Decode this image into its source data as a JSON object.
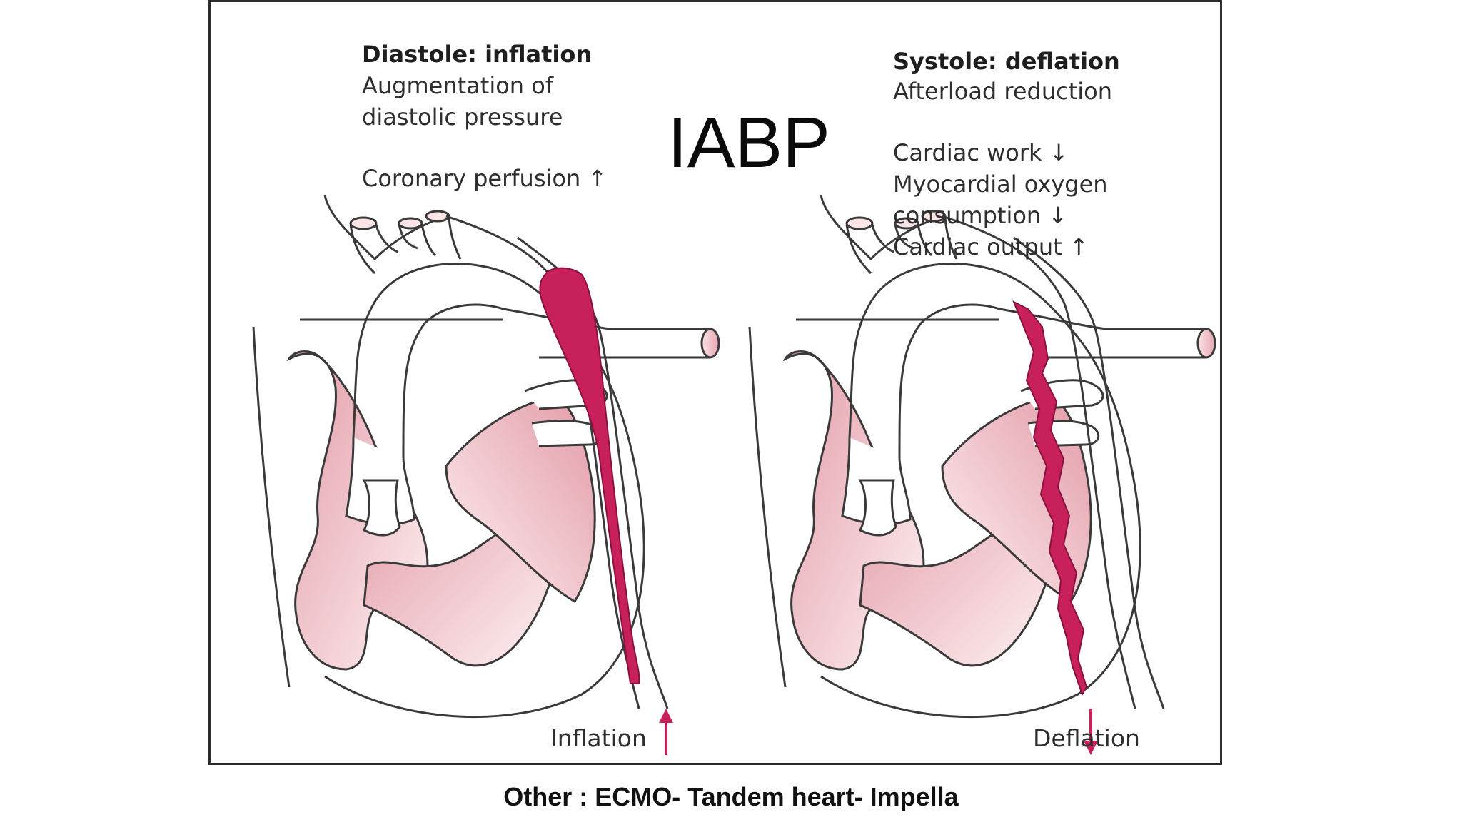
{
  "diagram": {
    "title": "IABP",
    "left": {
      "heading": "Diastole: inflation",
      "line1": "Augmentation of",
      "line2": "diastolic pressure",
      "line3": "Coronary perfusion ↑",
      "action": "Inflation"
    },
    "right": {
      "heading": "Systole: deflation",
      "line1": "Afterload reduction",
      "line2": "Cardiac work ↓",
      "line3": "Myocardial oxygen",
      "line4": "consumption ↓",
      "line5": "Cardiac output ↑",
      "action": "Deflation"
    },
    "colors": {
      "balloon": "#c8205a",
      "chamber_dark": "#e7a6b0",
      "chamber_light": "#fdf1f2",
      "outline": "#3a3a3a"
    }
  },
  "footer": "Other : ECMO- Tandem heart- Impella"
}
